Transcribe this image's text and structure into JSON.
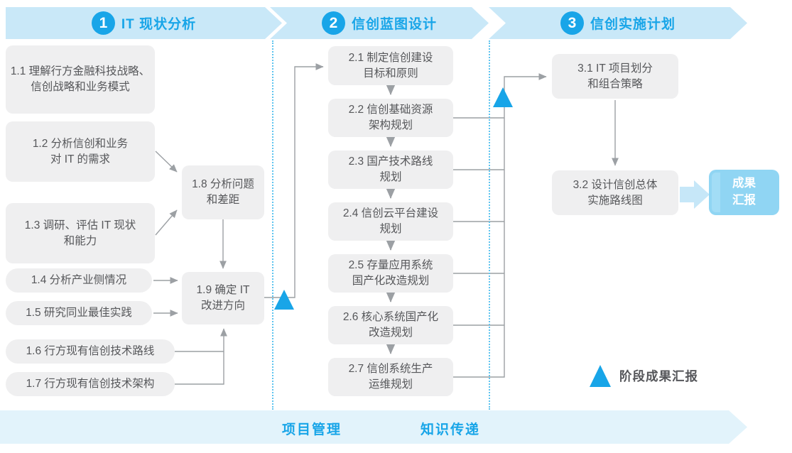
{
  "header": {
    "phases": [
      {
        "number": "1",
        "title": "IT 现状分析"
      },
      {
        "number": "2",
        "title": "信创蓝图设计"
      },
      {
        "number": "3",
        "title": "信创实施计划"
      }
    ]
  },
  "phase1": {
    "boxes": [
      {
        "id": "1.1",
        "text": "1.1 理解行方金融科技战略、\n信创战略和业务模式"
      },
      {
        "id": "1.2",
        "text": "1.2 分析信创和业务\n对 IT 的需求"
      },
      {
        "id": "1.3",
        "text": "1.3 调研、评估 IT 现状\n和能力"
      },
      {
        "id": "1.4",
        "text": "1.4 分析产业侧情况"
      },
      {
        "id": "1.5",
        "text": "1.5 研究同业最佳实践"
      },
      {
        "id": "1.6",
        "text": "1.6 行方现有信创技术路线"
      },
      {
        "id": "1.7",
        "text": "1.7 行方现有信创技术架构"
      },
      {
        "id": "1.8",
        "text": "1.8 分析问题\n和差距"
      },
      {
        "id": "1.9",
        "text": "1.9 确定 IT\n改进方向"
      }
    ]
  },
  "phase2": {
    "boxes": [
      {
        "id": "2.1",
        "text": "2.1 制定信创建设\n目标和原则"
      },
      {
        "id": "2.2",
        "text": "2.2 信创基础资源\n架构规划"
      },
      {
        "id": "2.3",
        "text": "2.3 国产技术路线\n规划"
      },
      {
        "id": "2.4",
        "text": "2.4 信创云平台建设\n规划"
      },
      {
        "id": "2.5",
        "text": "2.5 存量应用系统\n国产化改造规划"
      },
      {
        "id": "2.6",
        "text": "2.6 核心系统国产化\n改造规划"
      },
      {
        "id": "2.7",
        "text": "2.7 信创系统生产\n运维规划"
      }
    ]
  },
  "phase3": {
    "boxes": [
      {
        "id": "3.1",
        "text": "3.1 IT 项目划分\n和组合策略"
      },
      {
        "id": "3.2",
        "text": "3.2 设计信创总体\n实施路线图"
      }
    ],
    "result_label": "成果\n汇报"
  },
  "footer": {
    "left_label": "项目管理",
    "right_label": "知识传递"
  },
  "legend": {
    "label": "阶段成果汇报"
  },
  "colors": {
    "accent_blue": "#18a5e8",
    "band_blue": "#c9e8f8",
    "footer_blue": "#e2f3fb",
    "result_blue": "#90d5f3",
    "box_gray": "#efeff0",
    "text_gray": "#56575a",
    "line_gray": "#9ca0a4"
  }
}
